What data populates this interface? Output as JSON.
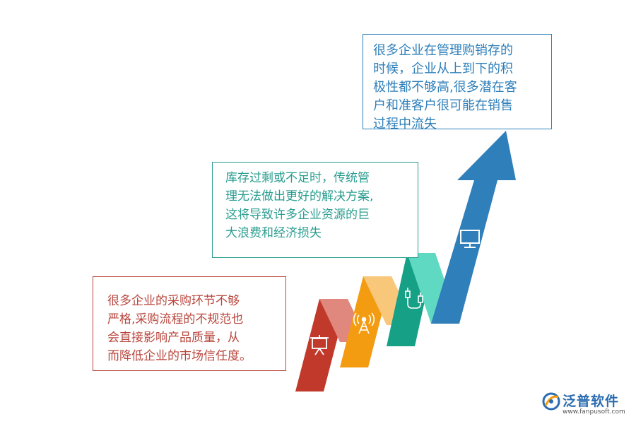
{
  "steps": [
    {
      "text": "很多企业的采购环节不够\n严格,采购流程的不规范也\n会直接影响产品质量，从\n而降低企业的市场信任度。",
      "color": "#c0392b",
      "icon": "presentation-board-icon"
    },
    {
      "text": "",
      "color": "#f39c12",
      "icon": "signal-tower-icon"
    },
    {
      "text": "库存过剩或不足时，传统管\n理无法做出更好的解决方案,\n这将导致许多企业资源的巨\n大浪费和经济损失",
      "color": "#16a085",
      "icon": "usb-cable-icon"
    },
    {
      "text": "很多企业在管理购销存的\n时候，企业从上到下的积\n极性都不够高,很多潜在客\n户和准客户很可能在销售\n过程中流失",
      "color": "#2e7fba",
      "icon": "monitor-icon"
    }
  ],
  "logo": {
    "name": "泛普软件",
    "url": "www.fanpusoft.com"
  }
}
